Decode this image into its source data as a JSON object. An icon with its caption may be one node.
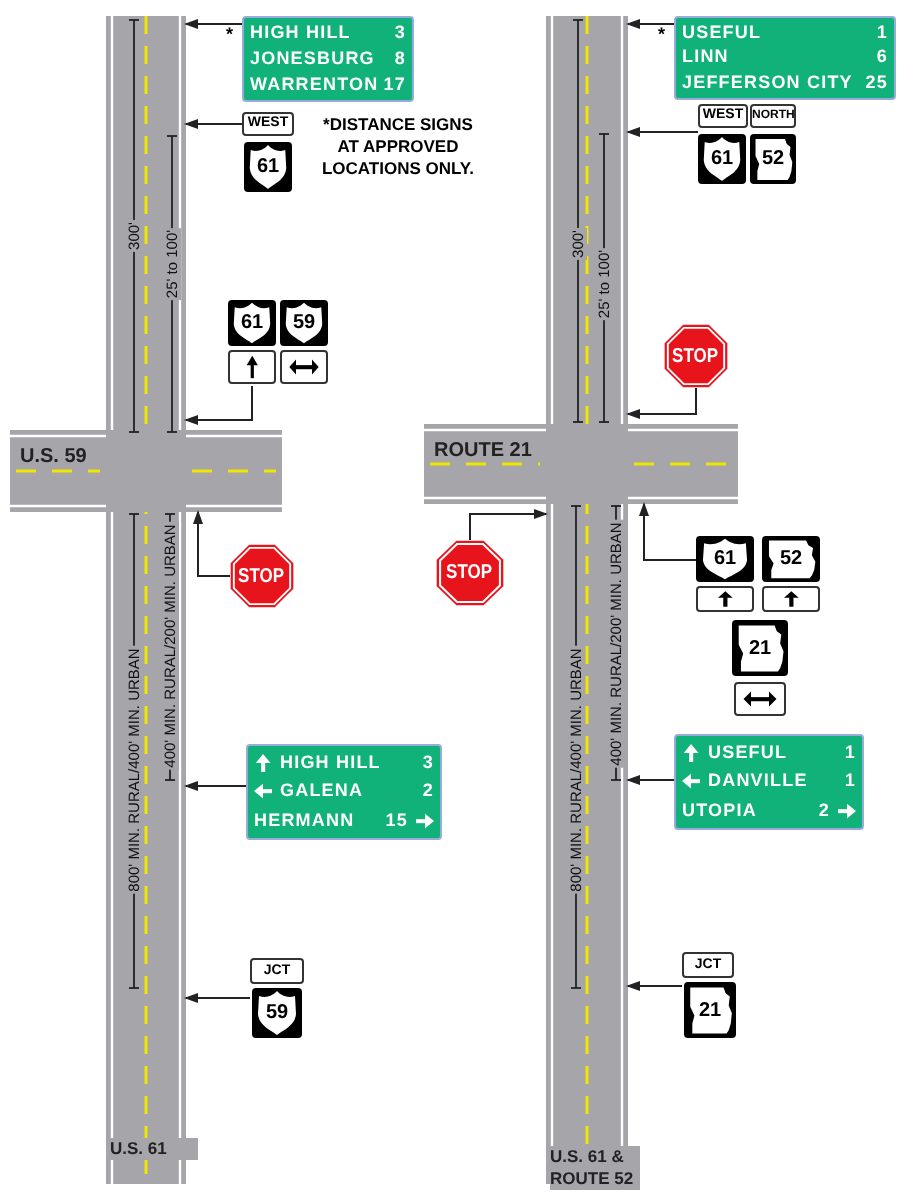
{
  "diagram": {
    "nodes": [
      {
        "text": [
          "U.S. 61"
        ]
      },
      {
        "text": [
          "U.S. 59"
        ]
      },
      {
        "text": [
          "HIGH HILL",
          "3",
          "JONESBURG",
          "8",
          "WARRENTON",
          "17"
        ],
        "beside": [
          "*"
        ]
      },
      {
        "text": [
          "WEST",
          "61"
        ]
      },
      {
        "text": [
          "61",
          "59"
        ]
      },
      {
        "text": [
          "STOP"
        ]
      },
      {
        "text": [
          "HIGH HILL",
          "3",
          "GALENA",
          "2",
          "HERMANN",
          "15"
        ]
      },
      {
        "text": [
          "JCT",
          "59"
        ]
      },
      {
        "text": [
          "U.S. 61 & ROUTE 52"
        ]
      },
      {
        "text": [
          "ROUTE 21"
        ]
      },
      {
        "text": [
          "USEFUL",
          "1",
          "LINN",
          "6",
          "JEFFERSON CITY",
          "25"
        ],
        "beside": [
          "*"
        ]
      },
      {
        "text": [
          "WEST",
          "NORTH",
          "61",
          "52"
        ]
      },
      {
        "text": [
          "STOP"
        ]
      },
      {
        "text": [
          "STOP"
        ]
      },
      {
        "text": [
          "61",
          "52",
          "21"
        ]
      },
      {
        "text": [
          "USEFUL",
          "1",
          "DANVILLE",
          "1",
          "UTOPIA",
          "2"
        ]
      },
      {
        "text": [
          "JCT",
          "21"
        ]
      }
    ],
    "edges": [
      {
        "from": 2,
        "to": 0,
        "arrow": "to"
      },
      {
        "from": 3,
        "to": 0,
        "arrow": "to"
      },
      {
        "from": 4,
        "to": 0,
        "arrow": "to"
      },
      {
        "from": 5,
        "to": 1,
        "arrow": "to"
      },
      {
        "from": 6,
        "to": 0,
        "arrow": "to"
      },
      {
        "from": 7,
        "to": 0,
        "arrow": "to"
      },
      {
        "from": 10,
        "to": 8,
        "arrow": "to"
      },
      {
        "from": 11,
        "to": 8,
        "arrow": "to"
      },
      {
        "from": 12,
        "to": 8,
        "arrow": "to"
      },
      {
        "from": 13,
        "to": 8,
        "arrow": "to"
      },
      {
        "from": 14,
        "to": 9,
        "arrow": "to"
      },
      {
        "from": 15,
        "to": 8,
        "arrow": "to"
      },
      {
        "from": 16,
        "to": 8,
        "arrow": "to"
      }
    ],
    "labels": [
      "*DISTANCE SIGNS AT APPROVED LOCATIONS ONLY.",
      "300'",
      "25' to 100'",
      "300'",
      "25' to 100'",
      "800' MIN. RURAL/400' MIN. URBAN",
      "400' MIN. RURAL/200' MIN. URBAN",
      "800' MIN. RURAL/400' MIN. URBAN",
      "400' MIN. RURAL/200' MIN. URBAN"
    ]
  }
}
